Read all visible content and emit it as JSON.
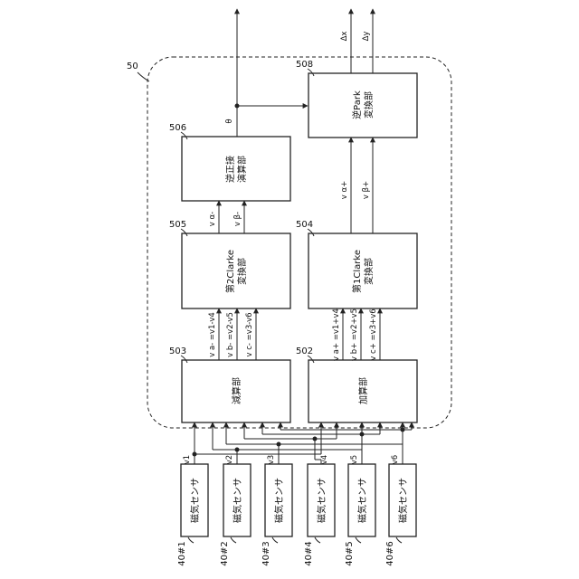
{
  "module_label": "50",
  "blocks": {
    "b508": {
      "ref": "508",
      "line1": "逆Park",
      "line2": "変換部"
    },
    "b506": {
      "ref": "506",
      "line1": "逆正接",
      "line2": "演算部"
    },
    "b505": {
      "ref": "505",
      "line1": "第2Clarke",
      "line2": "変換部"
    },
    "b504": {
      "ref": "504",
      "line1": "第1Clarke",
      "line2": "変換部"
    },
    "b503": {
      "ref": "503",
      "line1": "減算部"
    },
    "b502": {
      "ref": "502",
      "line1": "加算部"
    }
  },
  "signals": {
    "theta": "θ",
    "dx": "Δx",
    "dy": "Δy",
    "va_minus": "v α-",
    "vb_minus": "v β-",
    "va_plus": "v α+",
    "vb_plus": "v β+",
    "sub_a": "v a- =v1-v4",
    "sub_b": "v b- =v2-v5",
    "sub_c": "v c- =v3-v6",
    "add_a": "v a+ =v1+v4",
    "add_b": "v b+ =v2+v5",
    "add_c": "v c+ =v3+v6"
  },
  "sensors": [
    {
      "ref": "40#1",
      "label": "磁気センサ",
      "out": "v1"
    },
    {
      "ref": "40#2",
      "label": "磁気センサ",
      "out": "v2"
    },
    {
      "ref": "40#3",
      "label": "磁気センサ",
      "out": "v3"
    },
    {
      "ref": "40#4",
      "label": "磁気センサ",
      "out": "v4"
    },
    {
      "ref": "40#5",
      "label": "磁気センサ",
      "out": "v5"
    },
    {
      "ref": "40#6",
      "label": "磁気センサ",
      "out": "v6"
    }
  ]
}
